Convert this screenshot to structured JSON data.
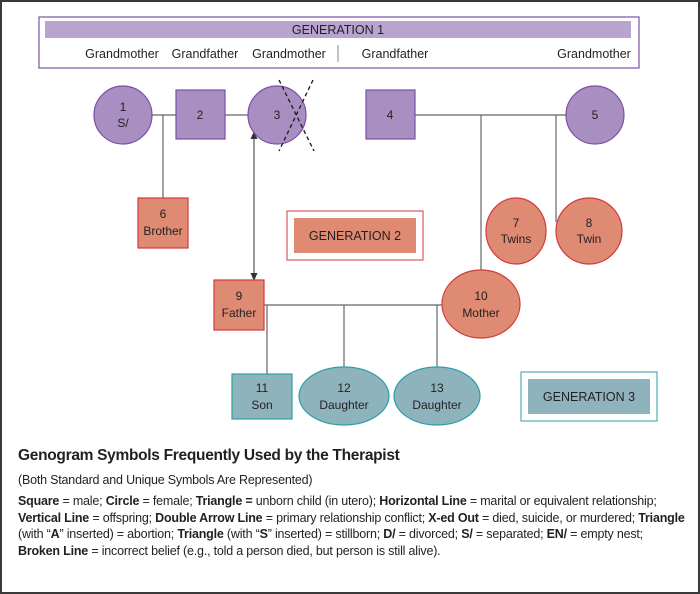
{
  "colors": {
    "gen1_fill": "#a98fc1",
    "gen1_stroke": "#7b4fa6",
    "gen1_bar": "#b9a4cf",
    "gen2_fill": "#df8a72",
    "gen2_stroke": "#d13a3f",
    "gen3_fill": "#8fb3bc",
    "gen3_stroke": "#2e9fa7",
    "line": "#666666"
  },
  "generation1": {
    "title": "GENERATION 1",
    "roles": [
      "Grandmother",
      "Grandfather",
      "Grandmother",
      "Grandfather",
      "Grandmother"
    ]
  },
  "generation2": {
    "title": "GENERATION 2"
  },
  "generation3": {
    "title": "GENERATION 3"
  },
  "people": [
    {
      "id": "1",
      "line1": "1",
      "line2": "S/",
      "shape": "circle",
      "generation": 1
    },
    {
      "id": "2",
      "line1": "2",
      "line2": "",
      "shape": "square",
      "generation": 1
    },
    {
      "id": "3",
      "line1": "3",
      "line2": "",
      "shape": "circle",
      "generation": 1,
      "status": "x-ed out"
    },
    {
      "id": "4",
      "line1": "4",
      "line2": "",
      "shape": "square",
      "generation": 1
    },
    {
      "id": "5",
      "line1": "5",
      "line2": "",
      "shape": "circle",
      "generation": 1
    },
    {
      "id": "6",
      "line1": "6",
      "line2": "Brother",
      "shape": "square",
      "generation": 2
    },
    {
      "id": "7",
      "line1": "7",
      "line2": "Twins",
      "shape": "circle",
      "generation": 2
    },
    {
      "id": "8",
      "line1": "8",
      "line2": "Twin",
      "shape": "circle",
      "generation": 2
    },
    {
      "id": "9",
      "line1": "9",
      "line2": "Father",
      "shape": "square",
      "generation": 2
    },
    {
      "id": "10",
      "line1": "10",
      "line2": "Mother",
      "shape": "circle",
      "generation": 2
    },
    {
      "id": "11",
      "line1": "11",
      "line2": "Son",
      "shape": "square",
      "generation": 3
    },
    {
      "id": "12",
      "line1": "12",
      "line2": "Daughter",
      "shape": "circle",
      "generation": 3
    },
    {
      "id": "13",
      "line1": "13",
      "line2": "Daughter",
      "shape": "circle",
      "generation": 3
    }
  ],
  "legend": {
    "title": "Genogram Symbols Frequently Used by the Therapist",
    "subtitle": "(Both Standard and Unique Symbols Are Represented)",
    "entries": [
      {
        "term": "Square",
        "def": " = male; "
      },
      {
        "term": "Circle",
        "def": " = female; "
      },
      {
        "term": "Triangle =",
        "def": " unborn child (in utero); "
      },
      {
        "term": "Horizontal Line",
        "def": " = marital or equivalent relationship; "
      },
      {
        "term": "Vertical Line",
        "def": " = offspring; "
      },
      {
        "term": "Double Arrow Line",
        "def": " = primary relationship conflict; "
      },
      {
        "term": "X-ed Out",
        "def": " = died, suicide, or murdered; "
      },
      {
        "term": "Triangle",
        "def": " (with “"
      },
      {
        "term": "A",
        "def": "” inserted) = abortion; "
      },
      {
        "term": "Triangle",
        "def": " (with “"
      },
      {
        "term": "S",
        "def": "” inserted) = stillborn; "
      },
      {
        "term": "D/",
        "def": " = divorced; "
      },
      {
        "term": "S/",
        "def": " = separated; "
      },
      {
        "term": "EN/",
        "def": " = empty nest; "
      },
      {
        "term": "Broken Line",
        "def": " = incorrect belief (e.g., told a person died, but person is still alive)."
      }
    ]
  }
}
